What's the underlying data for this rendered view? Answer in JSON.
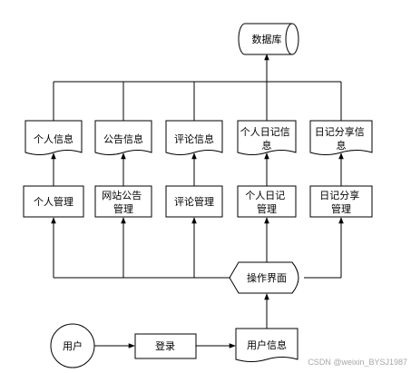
{
  "database": "数据库",
  "documents": {
    "personal_info": [
      "个人信息"
    ],
    "notice_info": [
      "公告信息"
    ],
    "comment_info": [
      "评论信息"
    ],
    "personal_diary_info": [
      "个人日记信",
      "息"
    ],
    "diary_share_info": [
      "日记分享信",
      "息"
    ]
  },
  "modules": {
    "personal_mgmt": [
      "个人管理"
    ],
    "site_notice_mgmt": [
      "网站公告",
      "管理"
    ],
    "comment_mgmt": [
      "评论管理"
    ],
    "personal_diary_mgmt": [
      "个人日记",
      "管理"
    ],
    "diary_share_mgmt": [
      "日记分享",
      "管理"
    ]
  },
  "operation_ui": "操作界面",
  "user": "用户",
  "login": "登录",
  "user_info": "用户信息",
  "watermark": "CSDN @weixin_BYSJ1987"
}
